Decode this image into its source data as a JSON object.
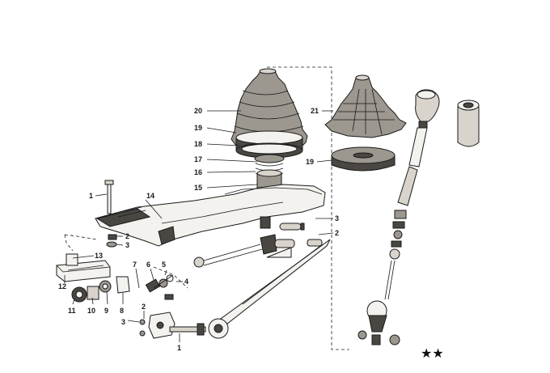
{
  "callouts": {
    "c1a": "1",
    "c1b": "1",
    "c2a": "2",
    "c2b": "2",
    "c2c": "2",
    "c3a": "3",
    "c3b": "3",
    "c3c": "3",
    "c4": "4",
    "c5": "5",
    "c6": "6",
    "c7": "7",
    "c8": "8",
    "c9": "9",
    "c10": "10",
    "c11": "11",
    "c12": "12",
    "c13": "13",
    "c14": "14",
    "c15": "15",
    "c16": "16",
    "c17": "17",
    "c18": "18",
    "c19a": "19",
    "c19b": "19",
    "c20": "20",
    "c21": "21"
  },
  "stars": "★★",
  "colors": {
    "ink": "#1a1a1a",
    "paper": "#ffffff",
    "shade": "#4a4743"
  }
}
